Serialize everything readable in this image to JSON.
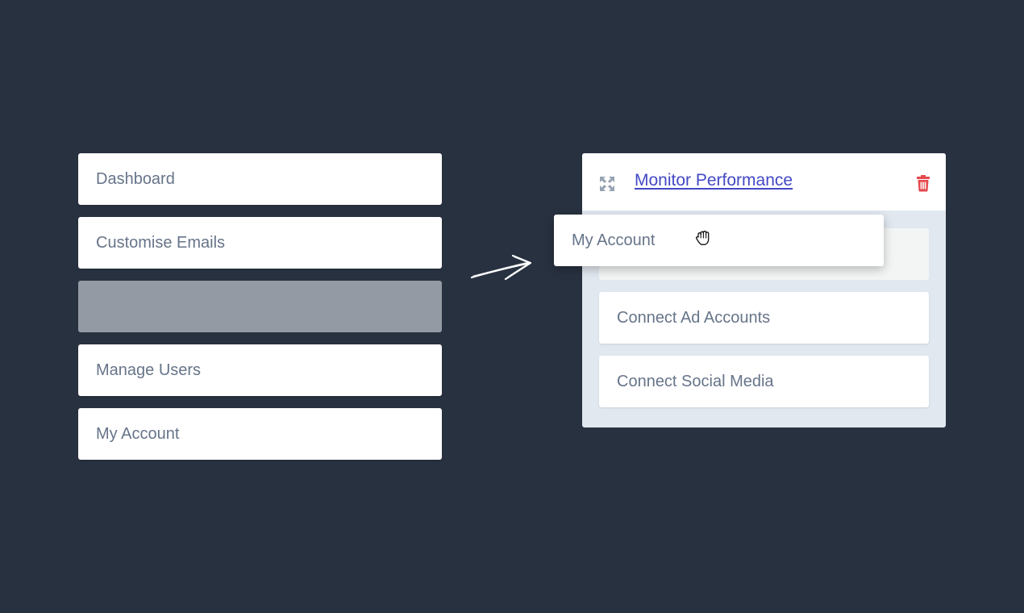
{
  "left_list": {
    "items": [
      {
        "label": "Dashboard"
      },
      {
        "label": "Customise Emails"
      },
      {
        "label": "Manage Users"
      },
      {
        "label": "My Account"
      }
    ]
  },
  "panel": {
    "title": "Monitor Performance",
    "items": [
      {
        "label": "Connect Ad Accounts"
      },
      {
        "label": "Connect Social Media"
      }
    ]
  },
  "dragging": {
    "label": "My Account"
  },
  "icons": {
    "expand": "expand-arrows-icon",
    "delete": "trash-icon",
    "cursor": "grab-hand-cursor-icon",
    "arrow": "hand-drawn-arrow-icon"
  },
  "colors": {
    "background": "#283140",
    "link": "#4348c4",
    "danger": "#e5484d",
    "text": "#667489"
  }
}
